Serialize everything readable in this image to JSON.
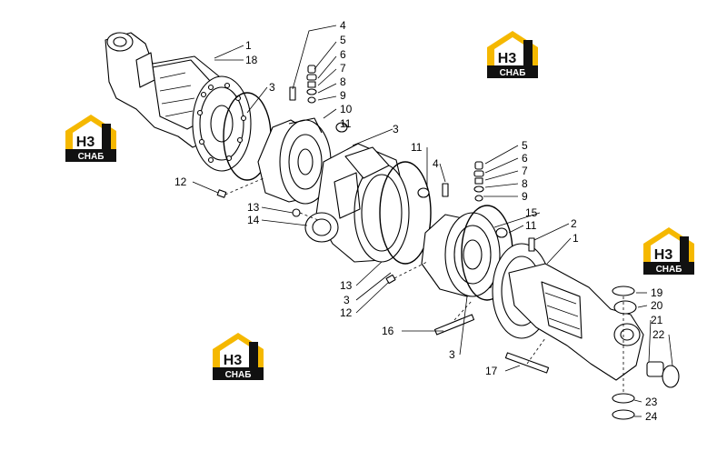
{
  "diagram": {
    "callouts": [
      {
        "id": "c1a",
        "label": "1"
      },
      {
        "id": "c18",
        "label": "18"
      },
      {
        "id": "c3a",
        "label": "3"
      },
      {
        "id": "c4a",
        "label": "4"
      },
      {
        "id": "c5a",
        "label": "5"
      },
      {
        "id": "c6a",
        "label": "6"
      },
      {
        "id": "c7a",
        "label": "7"
      },
      {
        "id": "c8a",
        "label": "8"
      },
      {
        "id": "c9a",
        "label": "9"
      },
      {
        "id": "c10",
        "label": "10"
      },
      {
        "id": "c11a",
        "label": "11"
      },
      {
        "id": "c3b",
        "label": "3"
      },
      {
        "id": "c12a",
        "label": "12"
      },
      {
        "id": "c13a",
        "label": "13"
      },
      {
        "id": "c14",
        "label": "14"
      },
      {
        "id": "c11b",
        "label": "11"
      },
      {
        "id": "c4b",
        "label": "4"
      },
      {
        "id": "c5b",
        "label": "5"
      },
      {
        "id": "c6b",
        "label": "6"
      },
      {
        "id": "c7b",
        "label": "7"
      },
      {
        "id": "c8b",
        "label": "8"
      },
      {
        "id": "c9b",
        "label": "9"
      },
      {
        "id": "c15",
        "label": "15"
      },
      {
        "id": "c11c",
        "label": "11"
      },
      {
        "id": "c2",
        "label": "2"
      },
      {
        "id": "c1b",
        "label": "1"
      },
      {
        "id": "c13b",
        "label": "13"
      },
      {
        "id": "c3c",
        "label": "3"
      },
      {
        "id": "c12b",
        "label": "12"
      },
      {
        "id": "c16",
        "label": "16"
      },
      {
        "id": "c3d",
        "label": "3"
      },
      {
        "id": "c17",
        "label": "17"
      },
      {
        "id": "c19",
        "label": "19"
      },
      {
        "id": "c20",
        "label": "20"
      },
      {
        "id": "c21",
        "label": "21"
      },
      {
        "id": "c22",
        "label": "22"
      },
      {
        "id": "c23",
        "label": "23"
      },
      {
        "id": "c24",
        "label": "24"
      }
    ]
  },
  "watermark": {
    "logo_letters": "H3",
    "logo_text": "СНАБ",
    "colors": {
      "yellow": "#f5b800",
      "black": "#111111",
      "white": "#ffffff"
    }
  },
  "colors": {
    "line": "#000000",
    "part_fill": "#ffffff"
  }
}
